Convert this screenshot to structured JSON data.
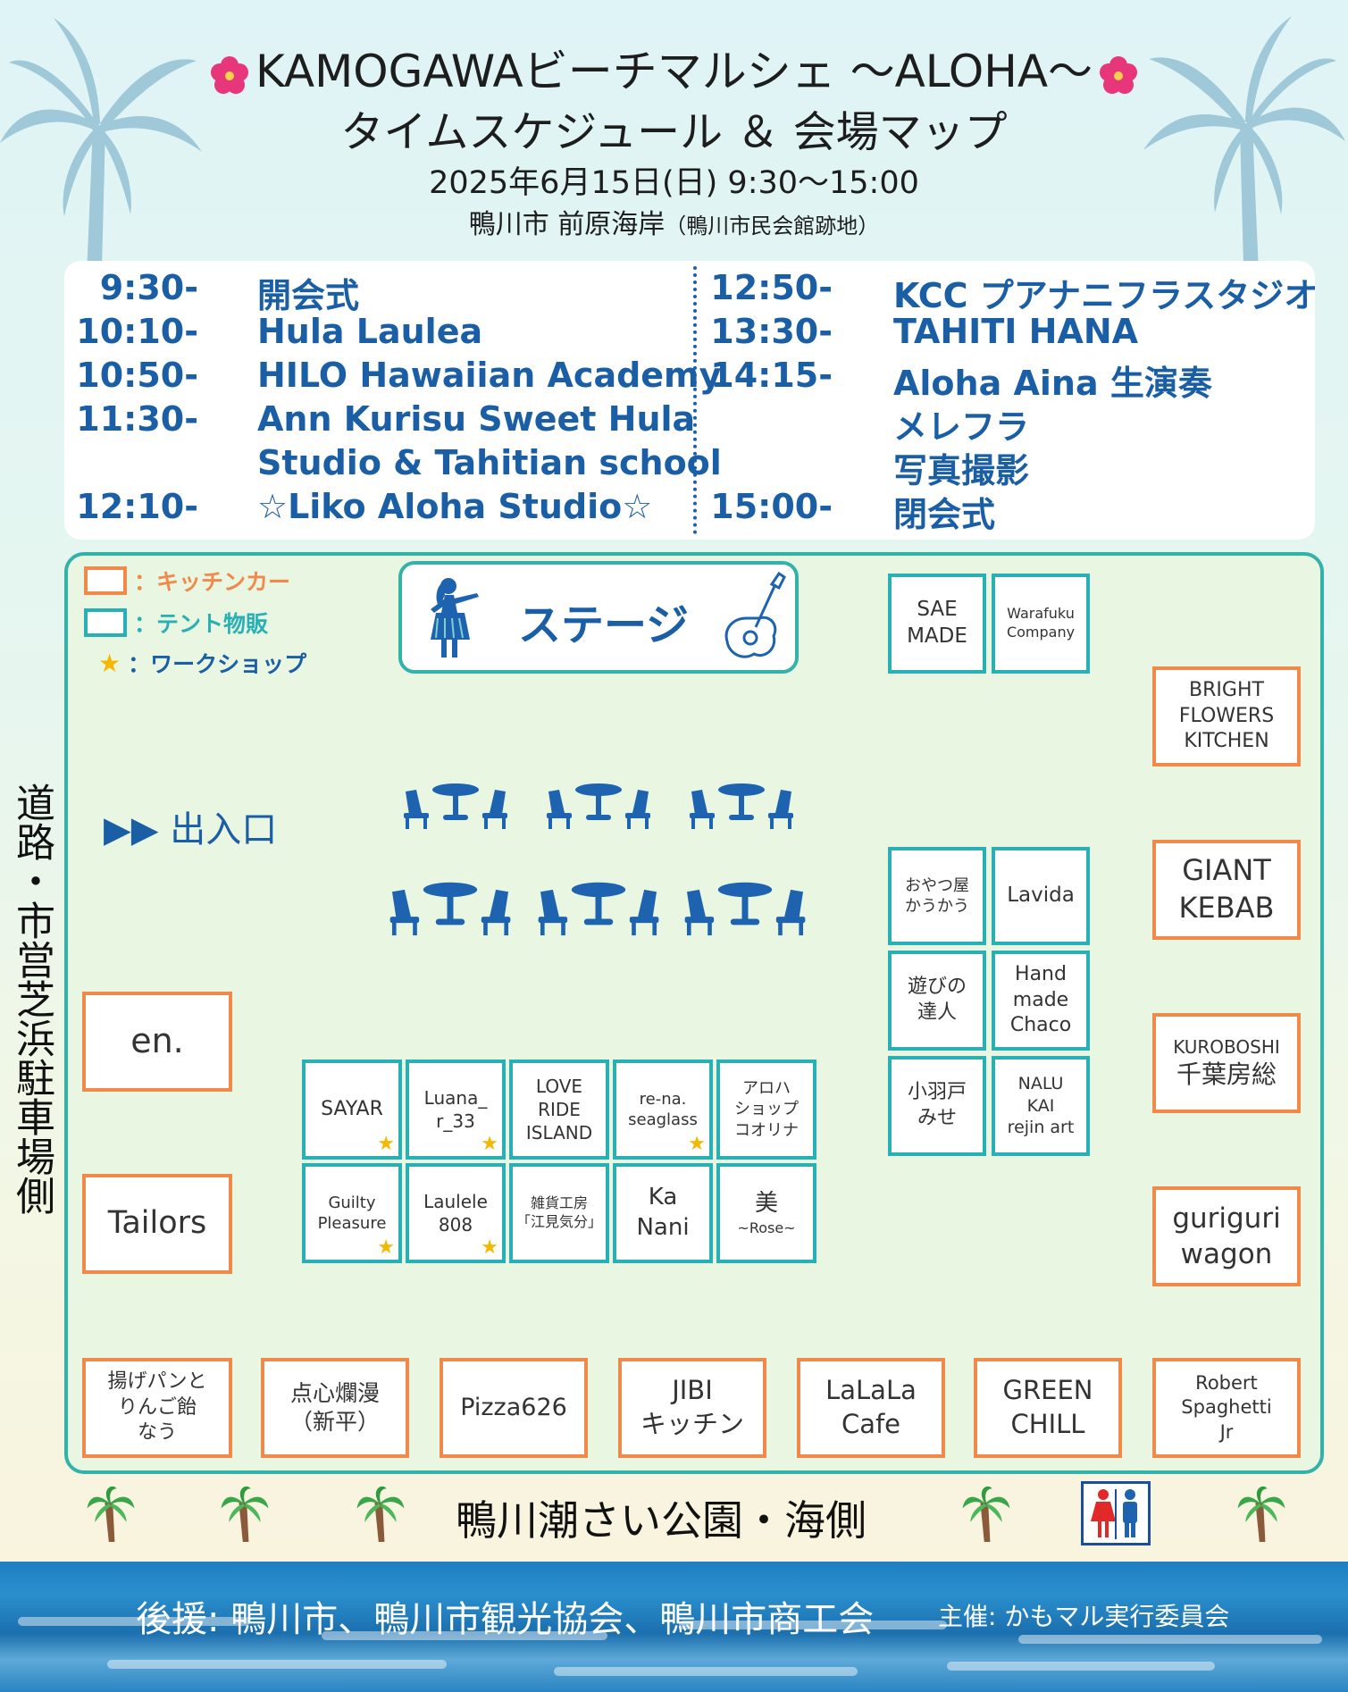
{
  "header": {
    "title_line1": "KAMOGAWAビーチマルシェ ～ALOHA～",
    "title_line2": "タイムスケジュール ＆ 会場マップ",
    "date_line": "2025年6月15日(日) 9:30～15:00",
    "venue_main": "鴨川市 前原海岸",
    "venue_sub": "（鴨川市民会館跡地）"
  },
  "schedule": {
    "left": [
      {
        "time": "9:30-",
        "title": "開会式"
      },
      {
        "time": "10:10-",
        "title": "Hula Laulea"
      },
      {
        "time": "10:50-",
        "title": "HILO Hawaiian Academy"
      },
      {
        "time": "11:30-",
        "title": "Ann Kurisu Sweet Hula"
      },
      {
        "time": "",
        "title": "Studio & Tahitian school"
      },
      {
        "time": "12:10-",
        "title": "☆Liko Aloha Studio☆"
      }
    ],
    "right": [
      {
        "time": "12:50-",
        "title": "KCC プアナニフラスタジオ"
      },
      {
        "time": "13:30-",
        "title": "TAHITI HANA"
      },
      {
        "time": "14:15-",
        "title": "Aloha Aina 生演奏"
      },
      {
        "time": "",
        "title": "メレフラ"
      },
      {
        "time": "",
        "title": "写真撮影"
      },
      {
        "time": "15:00-",
        "title": "閉会式"
      }
    ]
  },
  "legend": {
    "kitchen": "：キッチンカー",
    "tent": "：テント物販",
    "workshop": "：ワークショップ",
    "star": "★"
  },
  "map": {
    "stage": "ステージ",
    "entrance": "▶▶ 出入口",
    "road_side": "道路・市営芝浜駐車場側",
    "sea_side": "鴨川潮さい公園・海側",
    "booths": {
      "sae_made": "SAE\nMADE",
      "warafuku": "Warafuku\nCompany",
      "bright_flowers": "BRIGHT\nFLOWERS\nKITCHEN",
      "giant_kebab": "GIANT\nKEBAB",
      "oyatsuya": "おやつ屋\nかうかう",
      "lavida": "Lavida",
      "asobi": "遊びの\n達人",
      "handmade": "Hand\nmade\nChaco",
      "kobato": "小羽戸\nみせ",
      "nalu": "NALU\nKAI\nrejin art",
      "kuroboshi": "KUROBOSHI",
      "kuroboshi2": "千葉房総",
      "en": "en.",
      "tailors": "Tailors",
      "guriguri": "guriguri\nwagon",
      "sayar": "SAYAR",
      "luana": "Luana_\nr_33",
      "love_ride": "LOVE\nRIDE\nISLAND",
      "rena": "re-na.\nseaglass",
      "aloha_shop": "アロハ\nショップ\nコオリナ",
      "guilty": "Guilty\nPleasure",
      "laulele": "Laulele\n808",
      "zakka": "雑貨工房\n「江見気分」",
      "kanani": "Ka\nNani",
      "bi": "美",
      "bi_rose": "~Rose~",
      "agepan": "揚げパンと\nりんご飴\nなう",
      "tenshin": "点心爛漫\n（新平）",
      "pizza": "Pizza626",
      "jibi": "JIBI\nキッチン",
      "lalala": "LaLaLa\nCafe",
      "green_chill": "GREEN\nCHILL",
      "robert": "Robert\nSpaghetti\nJr"
    }
  },
  "footer": {
    "support": "後援:  鴨川市、鴨川市観光協会、鴨川市商工会",
    "organizer": "主催: かもマル実行委員会"
  },
  "colors": {
    "blue_text": "#1a5ea6",
    "kitchen_border": "#f08a4b",
    "tent_border": "#28b0b4",
    "map_bg": "#e9f6e2",
    "star": "#f5b800"
  }
}
